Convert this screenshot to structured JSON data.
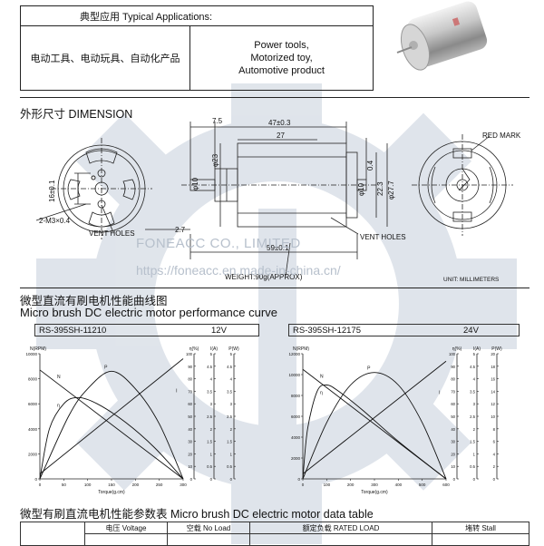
{
  "applications": {
    "header": "典型应用 Typical Applications:",
    "cn": "电动工具、电动玩具、自动化产品",
    "en_lines": [
      "Power tools,",
      "Motorized toy,",
      "Automotive product"
    ]
  },
  "dimension": {
    "title": "外形尺寸 DIMENSION",
    "labels": {
      "d_7_5": "7.5",
      "d_47": "47±0.3",
      "d_27": "27",
      "d_0_4": "0.4",
      "d_23": "φ23",
      "d_10a": "φ10",
      "d_10b": "φ10",
      "d_22_3": "22.3",
      "d_27_7": "φ27.7",
      "d_16": "16±0.1",
      "d_2_7": "2.7",
      "d_59": "59±0.1",
      "m3": "2-M3×0.4",
      "vent_left": "VENT HOLES",
      "vent_right": "VENT HOLES",
      "red_mark": "RED MARK",
      "weight": "WEIGHT:90g(APPROX)",
      "units": "UNIT: MILLIMETERS"
    }
  },
  "watermark": {
    "name": "FONEACC CO., LIMITED",
    "url": "https://foneacc.en.made-in-china.cn/"
  },
  "performance": {
    "title_cn": "微型直流有刷电机性能曲线图",
    "title_en": "Micro brush DC electric motor performance curve"
  },
  "chart_data": [
    {
      "type": "line",
      "model": "RS-395SH-11210",
      "voltage": "12V",
      "xlabel": "Torque(g.cm)",
      "xlim": [
        0,
        300
      ],
      "x_ticks": [
        0,
        50,
        100,
        150,
        200,
        250,
        300
      ],
      "left_axis": {
        "label": "N(RPM)",
        "lim": [
          0,
          10000
        ],
        "ticks": [
          0,
          2000,
          4000,
          6000,
          8000,
          10000
        ]
      },
      "right_axes": [
        {
          "label": "η(%)",
          "ticks": [
            0,
            10,
            20,
            30,
            40,
            50,
            60,
            70,
            80,
            90,
            100
          ]
        },
        {
          "label": "I(A)",
          "ticks": [
            0,
            0.5,
            1,
            1.5,
            2,
            2.5,
            3,
            3.5,
            4,
            4.5,
            5
          ]
        },
        {
          "label": "P(W)",
          "ticks": [
            0,
            0.5,
            1,
            1.5,
            2,
            2.5,
            3,
            3.5,
            4,
            4.5,
            5
          ]
        }
      ],
      "series": [
        {
          "name": "N",
          "x": [
            0,
            300
          ],
          "y": [
            8700,
            0
          ]
        },
        {
          "name": "η",
          "x": [
            0,
            20,
            50,
            80,
            120,
            180,
            240,
            300
          ],
          "y": [
            0,
            40,
            60,
            65,
            60,
            45,
            25,
            0
          ]
        },
        {
          "name": "P",
          "x": [
            0,
            60,
            100,
            150,
            200,
            250,
            300
          ],
          "y": [
            0,
            2.5,
            3.6,
            4.3,
            3.6,
            2.2,
            0
          ]
        },
        {
          "name": "I",
          "x": [
            0,
            300
          ],
          "y": [
            0.2,
            4.8
          ]
        }
      ]
    },
    {
      "type": "line",
      "model": "RS-395SH-12175",
      "voltage": "24V",
      "xlabel": "Torque(g.cm)",
      "xlim": [
        0,
        600
      ],
      "x_ticks": [
        0,
        100,
        200,
        300,
        400,
        500,
        600
      ],
      "left_axis": {
        "label": "N(RPM)",
        "lim": [
          0,
          12000
        ],
        "ticks": [
          0,
          2000,
          4000,
          6000,
          8000,
          10000,
          12000
        ]
      },
      "right_axes": [
        {
          "label": "η(%)",
          "ticks": [
            0,
            10,
            20,
            30,
            40,
            50,
            60,
            70,
            80,
            90,
            100
          ]
        },
        {
          "label": "I(A)",
          "ticks": [
            0,
            0.5,
            1,
            1.5,
            2,
            2.5,
            3,
            3.5,
            4,
            4.5,
            5
          ]
        },
        {
          "label": "P(W)",
          "ticks": [
            0,
            2,
            4,
            6,
            8,
            10,
            12,
            14,
            16,
            18,
            20
          ]
        }
      ],
      "series": [
        {
          "name": "N",
          "x": [
            0,
            600
          ],
          "y": [
            10500,
            0
          ]
        },
        {
          "name": "η",
          "x": [
            0,
            20,
            60,
            100,
            150,
            250,
            400,
            600
          ],
          "y": [
            0,
            40,
            70,
            75,
            70,
            55,
            30,
            0
          ]
        },
        {
          "name": "P",
          "x": [
            0,
            100,
            200,
            300,
            400,
            500,
            600
          ],
          "y": [
            0,
            9,
            15,
            17,
            15,
            9,
            0
          ]
        },
        {
          "name": "I",
          "x": [
            0,
            600
          ],
          "y": [
            0.2,
            4.7
          ]
        }
      ]
    }
  ],
  "data_table": {
    "title": "微型有刷直流电机性能参数表 Micro brush DC electric motor data table",
    "col_voltage": "电压 Voltage",
    "col_noload": "空载 No Load",
    "col_rated": "额定负载 RATED LOAD",
    "col_stall": "堵转 Stall"
  }
}
